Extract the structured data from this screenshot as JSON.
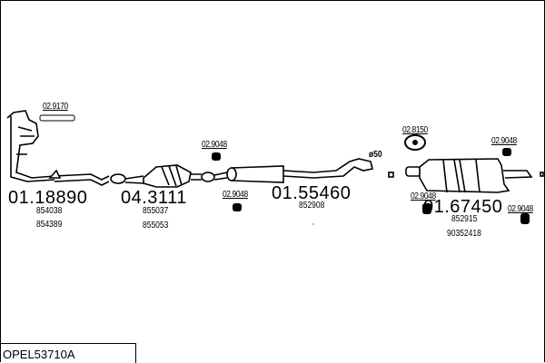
{
  "diagram_code": "OPEL53710A",
  "parts": [
    {
      "number": "01.18890",
      "refs": [
        "854038",
        "854389"
      ]
    },
    {
      "number": "04.3111",
      "refs": [
        "855037",
        "855053"
      ]
    },
    {
      "number": "01.55460",
      "refs": [
        "852908"
      ]
    },
    {
      "number": "01.67450",
      "refs": [
        "852915",
        "90352418"
      ]
    }
  ],
  "accessories": {
    "gasket": "02.9170",
    "hanger_1": "02.9048",
    "hanger_2": "02.9048",
    "clamp": "02.8150",
    "hanger_3": "02.9048",
    "hanger_4": "02.9048",
    "hanger_5": "02.9048"
  },
  "pipe_diameter": "ø50"
}
